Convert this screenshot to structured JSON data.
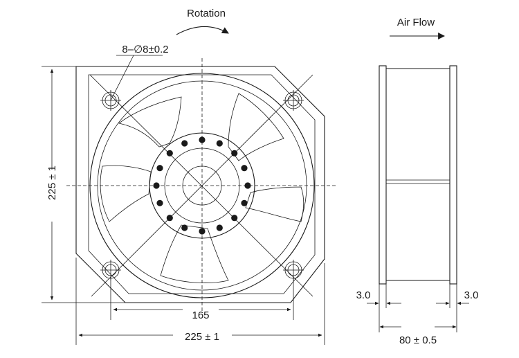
{
  "front_view": {
    "rotation_label": "Rotation",
    "hole_spec_label": "8–∅8±0.2",
    "height_label": "225 ± 1",
    "hole_spacing_label": "165",
    "width_label": "225 ± 1"
  },
  "side_view": {
    "airflow_label": "Air Flow",
    "flange_left_label": "3.0",
    "flange_right_label": "3.0",
    "depth_label": "80 ± 0.5"
  }
}
